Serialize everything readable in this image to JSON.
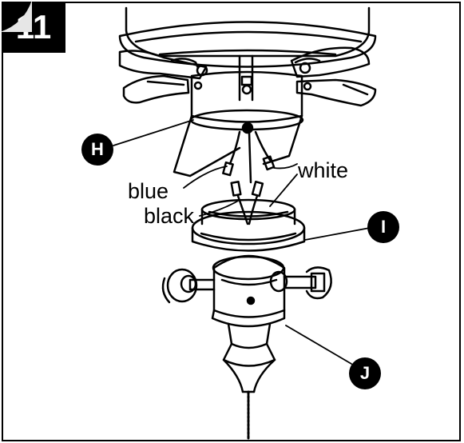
{
  "step": {
    "number": "11"
  },
  "wire_labels": {
    "blue": "blue",
    "black": "black",
    "white": "white"
  },
  "callouts": {
    "h": "H",
    "i": "I",
    "j": "J"
  },
  "colors": {
    "ink": "#000000",
    "paper": "#ffffff",
    "fold": "#e6e6e6"
  }
}
